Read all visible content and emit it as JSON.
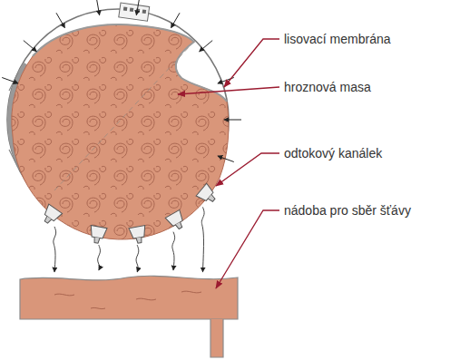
{
  "diagram": {
    "labels": [
      "lisovací membrána",
      "hroznová masa",
      "odtokový kanálek",
      "nádoba pro sběr šťávy"
    ]
  }
}
